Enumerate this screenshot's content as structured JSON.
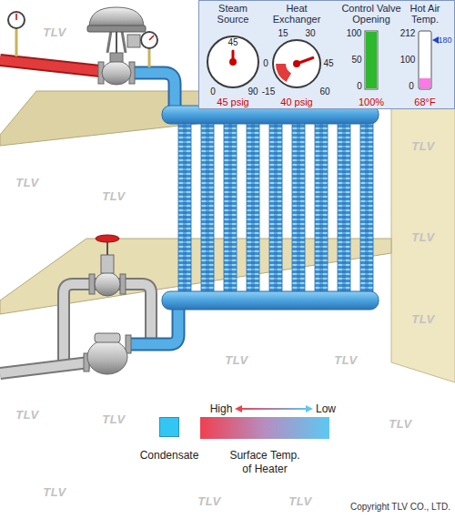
{
  "diagram": {
    "nodes": [
      {
        "text": [
          "Steam Source",
          "45",
          "0",
          "90",
          "45 psig"
        ]
      },
      {
        "text": [
          "Heat Exchanger",
          "15",
          "30",
          "0",
          "45",
          "-15",
          "60",
          "40 psig"
        ]
      },
      {
        "text": [
          "Control Valve Opening",
          "100",
          "50",
          "0",
          "100%"
        ]
      },
      {
        "text": [
          "Hot Air Temp.",
          "212",
          "100",
          "0",
          "180",
          "68°F"
        ]
      }
    ],
    "labels": [
      "High",
      "Low",
      "Copyright TLV CO., LTD.",
      "TLV",
      "TLV",
      "TLV",
      "TLV",
      "TLV",
      "TLV",
      "TLV",
      "TLV",
      "TLV",
      "TLV",
      "TLV",
      "TLV",
      "TLV",
      "TLV"
    ],
    "legend": [
      {
        "text": "Condensate",
        "color": "#33c6f4"
      },
      {
        "text": "Surface Temp. of Heater"
      }
    ]
  }
}
